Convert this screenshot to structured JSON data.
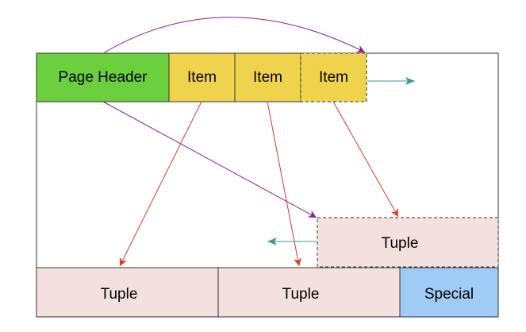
{
  "labels": {
    "page_header": "Page Header",
    "item_1": "Item",
    "item_2": "Item",
    "item_3": "Item",
    "tuple_new": "Tuple",
    "tuple_1": "Tuple",
    "tuple_2": "Tuple",
    "special": "Special"
  },
  "colors": {
    "page_header": "#6ccf3e",
    "item": "#f0d34c",
    "tuple": "#f5e0e0",
    "special": "#9fcbf5",
    "header_arrow": "#8a1f9e",
    "item_arrow": "#d93a2b",
    "free_space_arrow": "#3b9a96",
    "outline": "#333333"
  },
  "icons": {
    "arrow_heads": "open-arrowhead"
  }
}
